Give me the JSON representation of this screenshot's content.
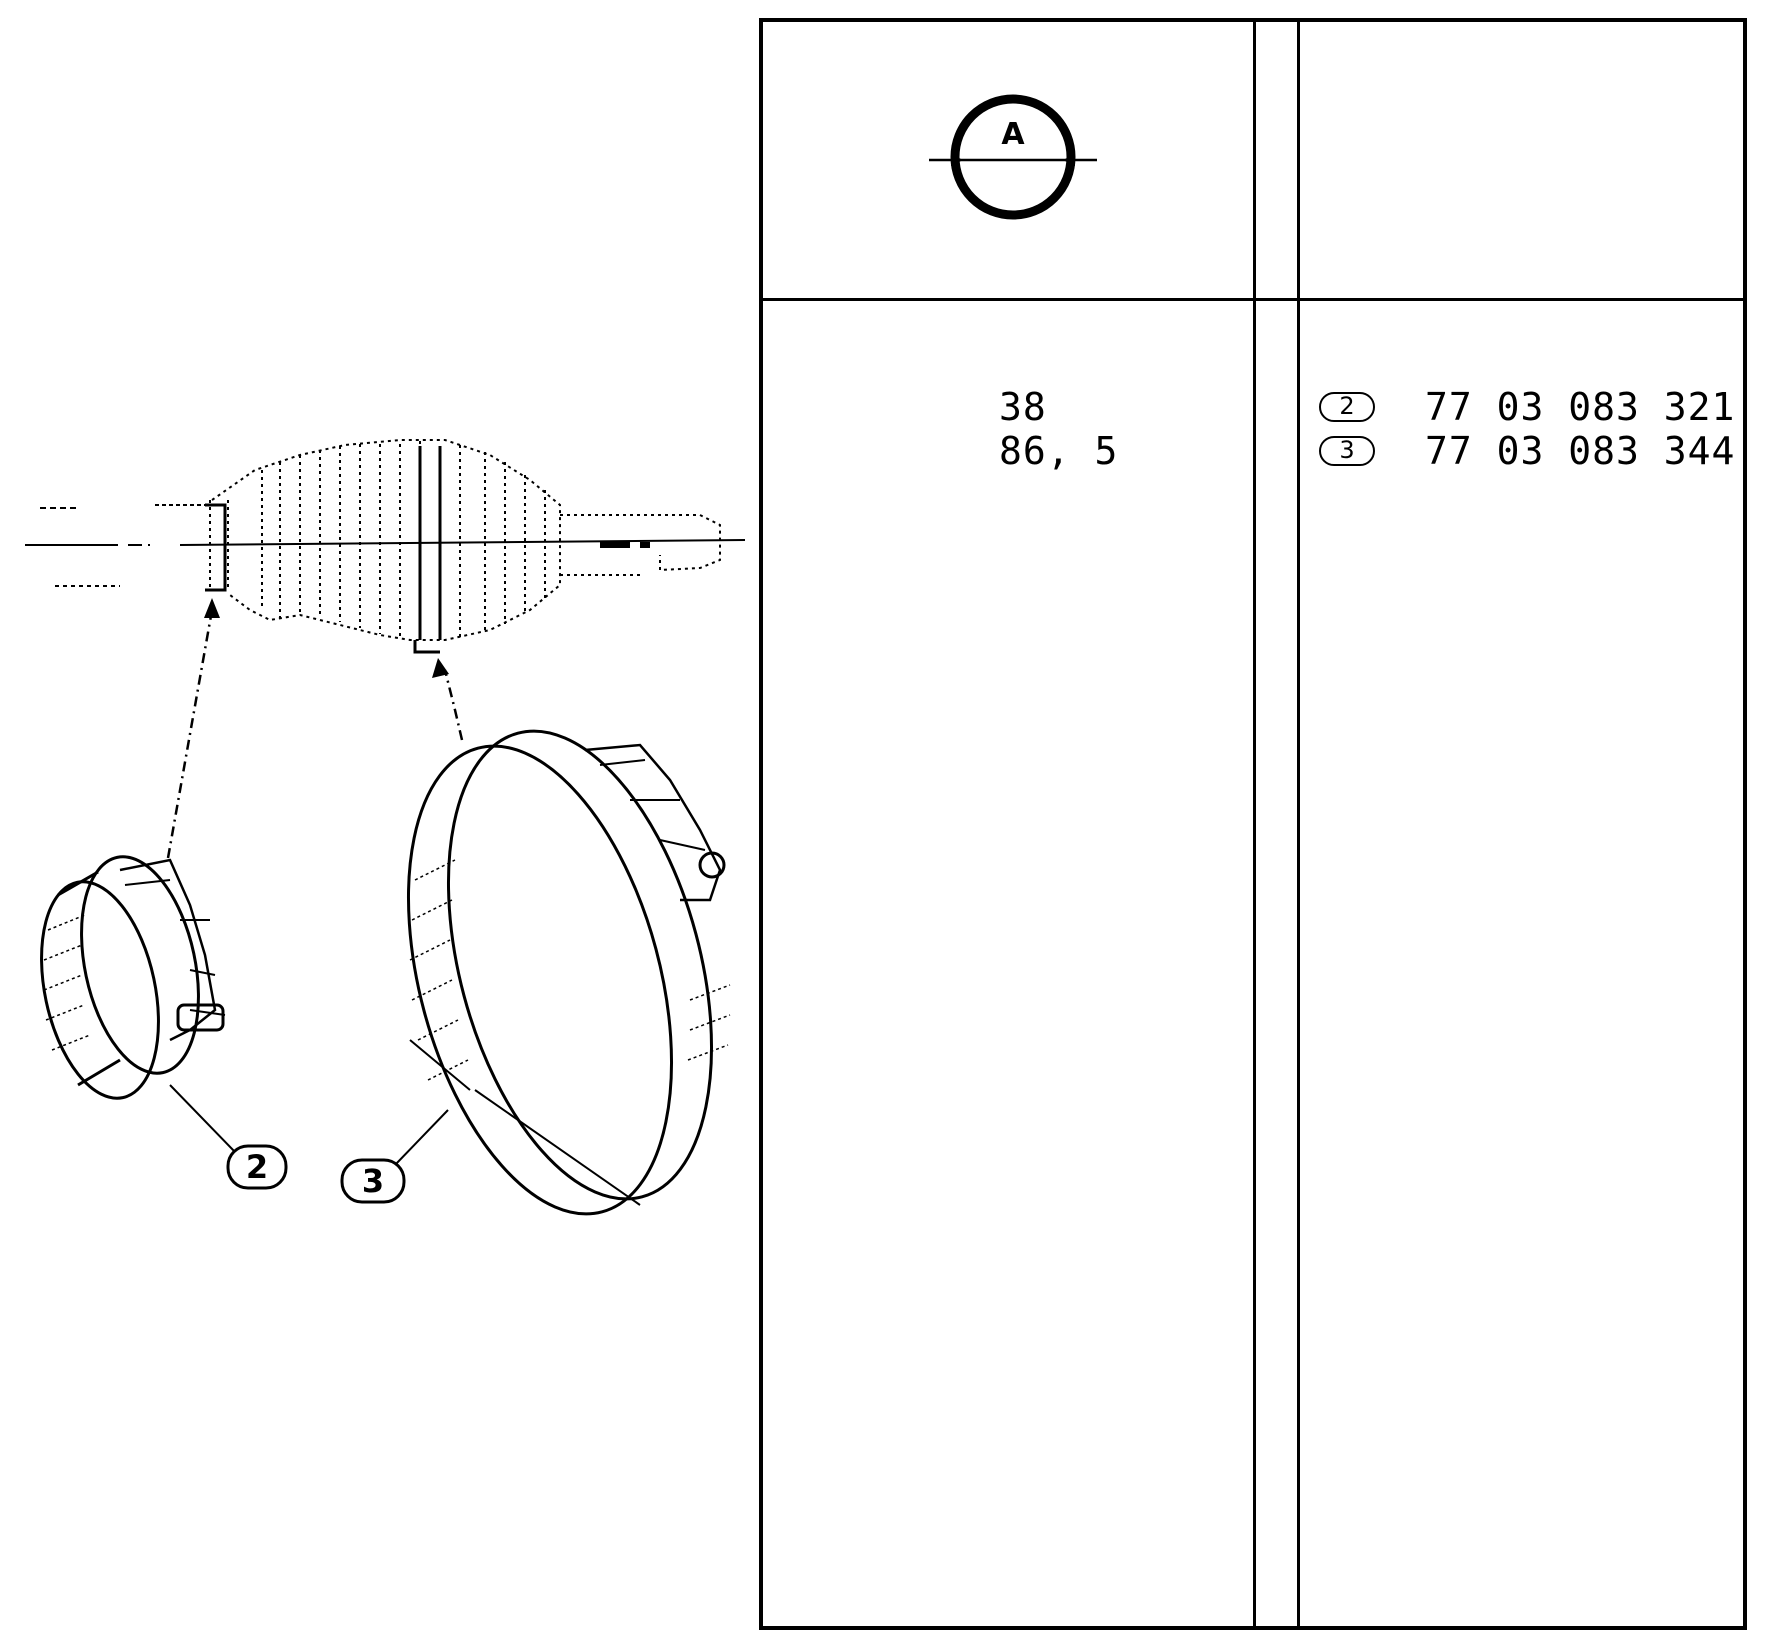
{
  "drawing": {
    "callouts": [
      {
        "label": "2"
      },
      {
        "label": "3"
      }
    ]
  },
  "table": {
    "header_symbol": {
      "letter": "A",
      "icon": "diameter-circle-icon"
    },
    "diameters": [
      "38",
      "86, 5"
    ],
    "parts": [
      {
        "ref": "2",
        "part_number": "77 03 083 321"
      },
      {
        "ref": "3",
        "part_number": "77 03 083 344"
      }
    ]
  }
}
